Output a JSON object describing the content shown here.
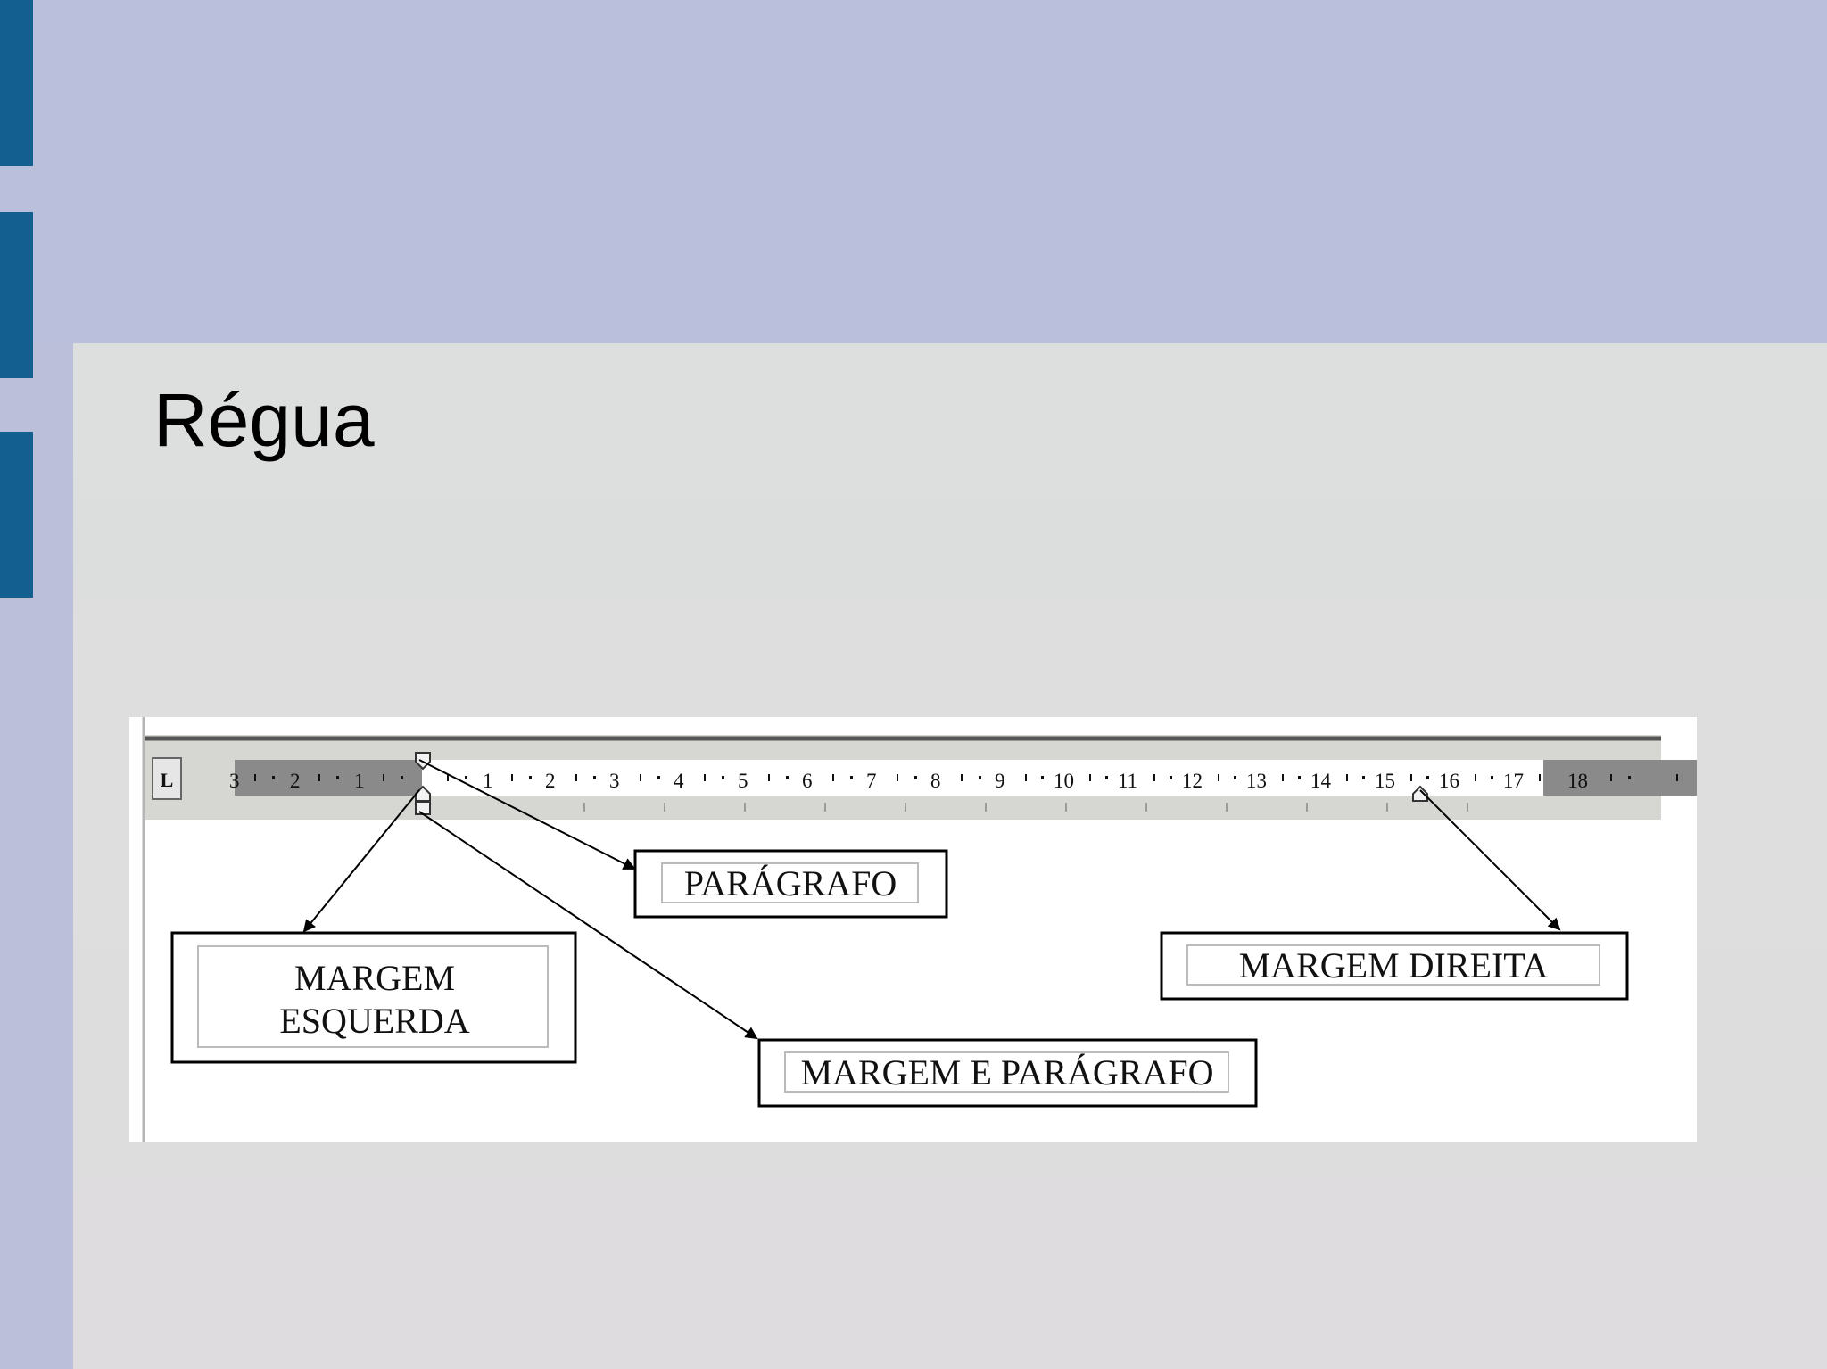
{
  "slide": {
    "title": "Régua"
  },
  "figure": {
    "ruler": {
      "tab_selector_symbol": "L",
      "numbers": [
        "3",
        "2",
        "1",
        "1",
        "2",
        "3",
        "4",
        "5",
        "6",
        "7",
        "8",
        "9",
        "10",
        "11",
        "12",
        "13",
        "14",
        "15",
        "16",
        "17",
        "18"
      ]
    },
    "labels": {
      "paragraph": "PARÁGRAFO",
      "left_margin_line1": "MARGEM",
      "left_margin_line2": "ESQUERDA",
      "right_margin": "MARGEM DIREITA",
      "margin_and_paragraph": "MARGEM E PARÁGRAFO"
    }
  },
  "colors": {
    "header": "#babfdb",
    "accent_tabs": "#135f8f",
    "panel": "#dcdfdd",
    "ruler_gray": "#8a8a8a"
  }
}
